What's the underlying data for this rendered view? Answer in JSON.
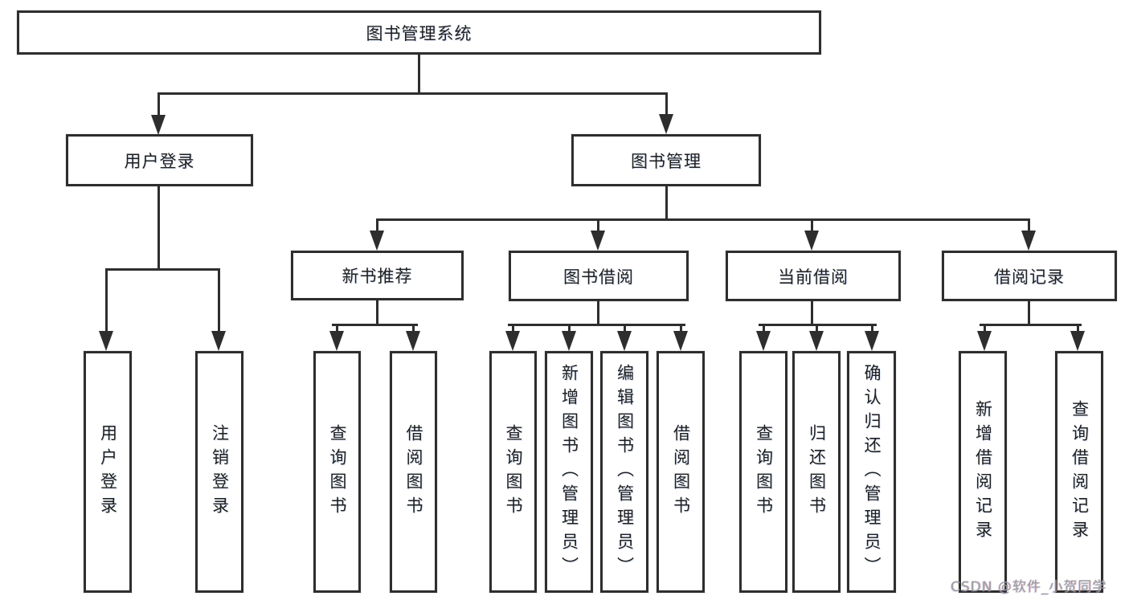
{
  "colors": {
    "line": "#2e2e2e",
    "text": "#1f1f1f",
    "bg": "#ffffff",
    "box_bg": "#ffffff",
    "watermark": "#9b9b9b"
  },
  "diagram": {
    "root": {
      "label": "图书管理系统"
    },
    "level1": {
      "user_login": {
        "label": "用户登录"
      },
      "book_mgmt": {
        "label": "图书管理"
      }
    },
    "level2": {
      "new_book_rec": {
        "label": "新书推荐"
      },
      "book_borrow": {
        "label": "图书借阅"
      },
      "current_borrow": {
        "label": "当前借阅"
      },
      "borrow_records": {
        "label": "借阅记录"
      }
    },
    "leaves": [
      {
        "id": "user-login",
        "label": "用户登录"
      },
      {
        "id": "logout",
        "label": "注销登录"
      },
      {
        "id": "query-books-rec",
        "label": "查询图书"
      },
      {
        "id": "borrow-books-rec",
        "label": "借阅图书"
      },
      {
        "id": "query-books-borrow",
        "label": "查询图书"
      },
      {
        "id": "add-books-admin",
        "label": "新增图书（管理员）"
      },
      {
        "id": "edit-books-admin",
        "label": "编辑图书（管理员）"
      },
      {
        "id": "borrow-books",
        "label": "借阅图书"
      },
      {
        "id": "query-books-current",
        "label": "查询图书"
      },
      {
        "id": "return-books",
        "label": "归还图书"
      },
      {
        "id": "confirm-return-admin",
        "label": "确认归还（管理员）"
      },
      {
        "id": "add-borrow-record",
        "label": "新增借阅记录"
      },
      {
        "id": "query-borrow-record",
        "label": "查询借阅记录"
      }
    ]
  },
  "watermark": {
    "text": "CSDN @软件_小贺同学"
  }
}
